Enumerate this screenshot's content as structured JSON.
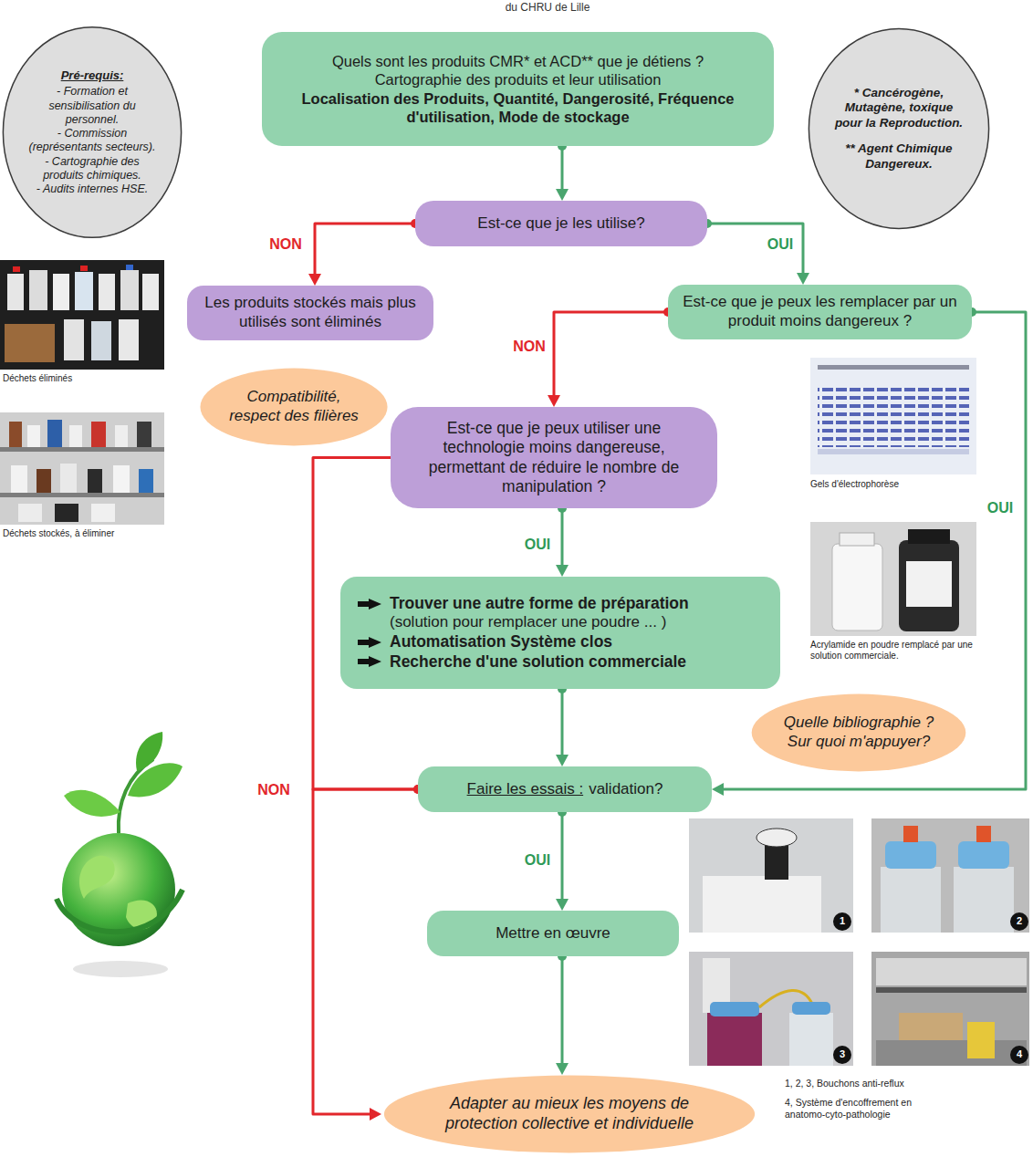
{
  "diagram": {
    "title": "du CHRU de Lille",
    "nodes": [
      {
        "text": [
          "Pré-requis:",
          "- Formation et sensibilisation du personnel.",
          "- Commission (représentants secteurs).",
          "- Cartographie des produits chimiques.",
          "- Audits internes HSE."
        ]
      },
      {
        "text": [
          "Quels sont les produits CMR* et ACD** que je détiens ?",
          "Cartographie des produits et leur utilisation",
          "Localisation des Produits, Quantité, Dangerosité, Fréquence d'utilisation, Mode de stockage"
        ]
      },
      {
        "text": [
          "* Cancérogène, Mutagène, toxique pour la Reproduction.",
          "** Agent Chimique Dangereux."
        ]
      },
      {
        "text": [
          "Est-ce que je les utilise?"
        ]
      },
      {
        "text": [
          "Les produits stockés mais plus utilisés sont éliminés"
        ]
      },
      {
        "text": [
          "Est-ce que je peux les remplacer par un produit moins dangereux ?"
        ]
      },
      {
        "text": [
          "Compatibilité, respect des filières"
        ]
      },
      {
        "text": [
          "Est-ce que je peux utiliser une technologie moins dangereuse, permettant de réduire le nombre de manipulation ?"
        ]
      },
      {
        "text": [
          "Trouver une autre forme de préparation",
          "(solution pour remplacer une poudre ... )",
          "Automatisation Système clos",
          "Recherche d'une solution commerciale"
        ]
      },
      {
        "text": [
          "Quelle bibliographie ? Sur quoi m'appuyer?"
        ]
      },
      {
        "text": [
          "Faire les essais :",
          "validation?"
        ]
      },
      {
        "text": [
          "Mettre en œuvre"
        ]
      },
      {
        "text": [
          "Adapter au mieux les moyens de protection collective et individuelle"
        ]
      }
    ],
    "edges": [
      {
        "from": 1,
        "to": 3,
        "arrow": "to"
      },
      {
        "from": 3,
        "to": 4,
        "label": "NON",
        "arrow": "to"
      },
      {
        "from": 3,
        "to": 5,
        "label": "OUI",
        "arrow": "to"
      },
      {
        "from": 5,
        "to": 7,
        "label": "NON",
        "arrow": "to"
      },
      {
        "from": 5,
        "to": 10,
        "label": "OUI",
        "arrow": "to"
      },
      {
        "from": 7,
        "to": 8,
        "label": "OUI",
        "arrow": "to"
      },
      {
        "from": 8,
        "to": 10,
        "arrow": "to"
      },
      {
        "from": 10,
        "to": 11,
        "label": "OUI",
        "arrow": "to"
      },
      {
        "from": 11,
        "to": 12,
        "arrow": "to"
      },
      {
        "from": 10,
        "to": 12,
        "label": "NON",
        "arrow": "to"
      },
      {
        "from": 10,
        "to": 7,
        "arrow": "none"
      }
    ],
    "labels": [
      "Déchets éliminés",
      "Déchets stockés, à éliminer",
      "Gels d'électrophorèse",
      "Acrylamide en poudre remplacé par une solution commerciale.",
      "1",
      "2",
      "3",
      "4",
      "1, 2, 3, Bouchons anti-reflux",
      "4, Système d'encoffrement en anatomo-cyto-pathologie"
    ]
  }
}
